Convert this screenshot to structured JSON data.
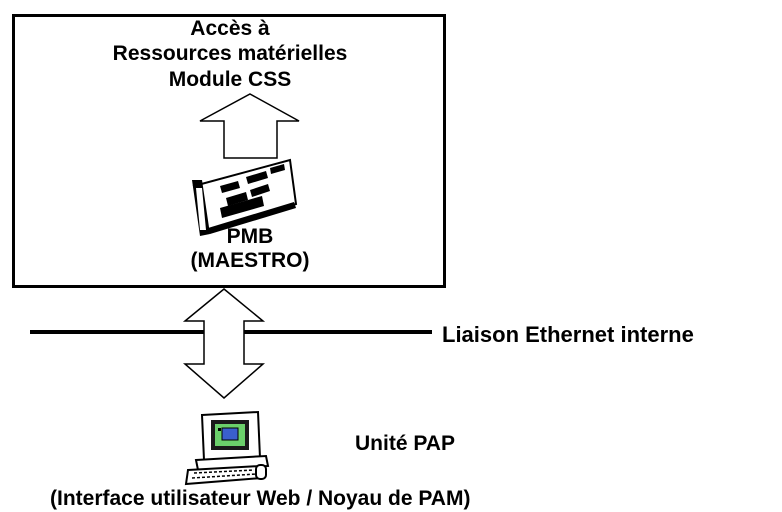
{
  "module_box": {
    "title_lines": [
      "Accès à",
      "Ressources matérielles",
      "Module CSS"
    ],
    "board_label_lines": [
      "PMB",
      "(MAESTRO)"
    ]
  },
  "network": {
    "label": "Liaison Ethernet interne"
  },
  "pap": {
    "label": "Unité PAP",
    "caption": "(Interface utilisateur Web / Noyau de PAM)"
  },
  "icons": {
    "board": "circuit-board-icon",
    "computer": "computer-terminal-icon",
    "up_arrow": "hollow-up-arrow-icon",
    "double_arrow": "hollow-double-arrow-icon"
  }
}
